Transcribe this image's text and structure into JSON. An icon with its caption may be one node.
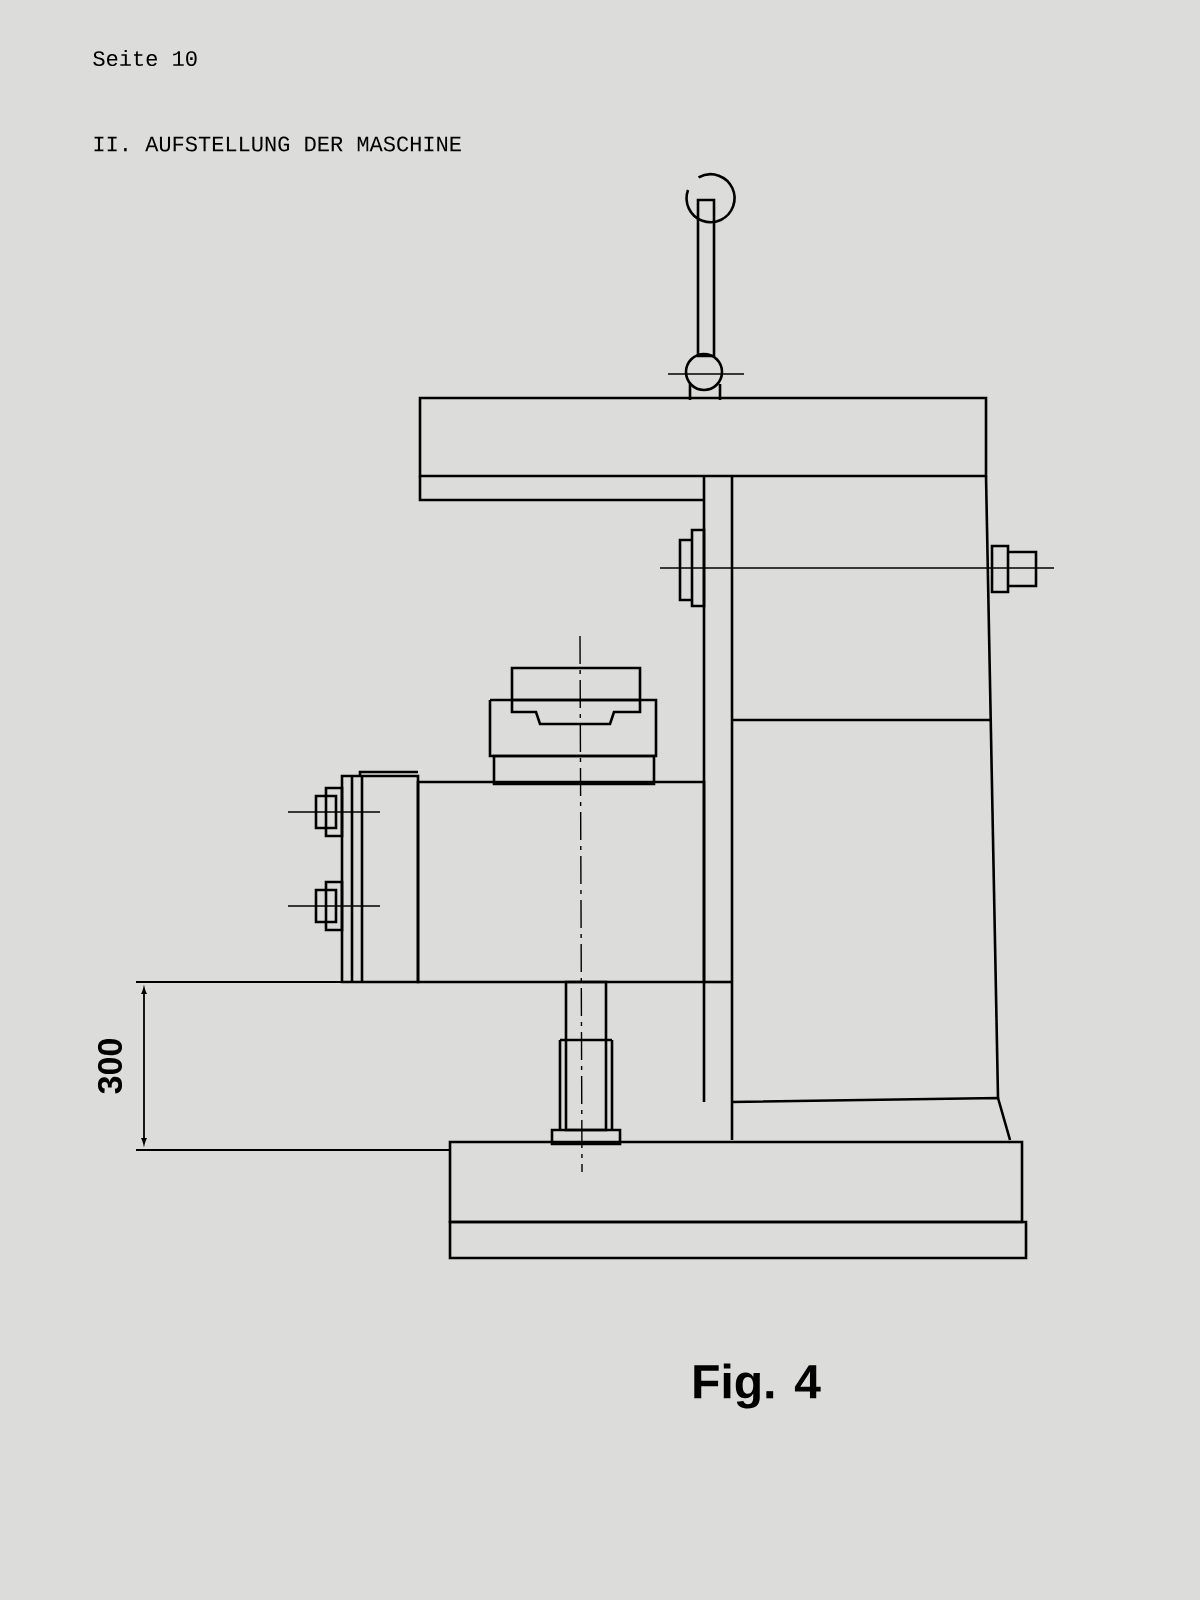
{
  "diagram": {
    "title": "II. AUFSTELLUNG DER MASCHINE",
    "caption": "Fig. 4",
    "labels": [
      "Seite 10",
      "300"
    ]
  }
}
